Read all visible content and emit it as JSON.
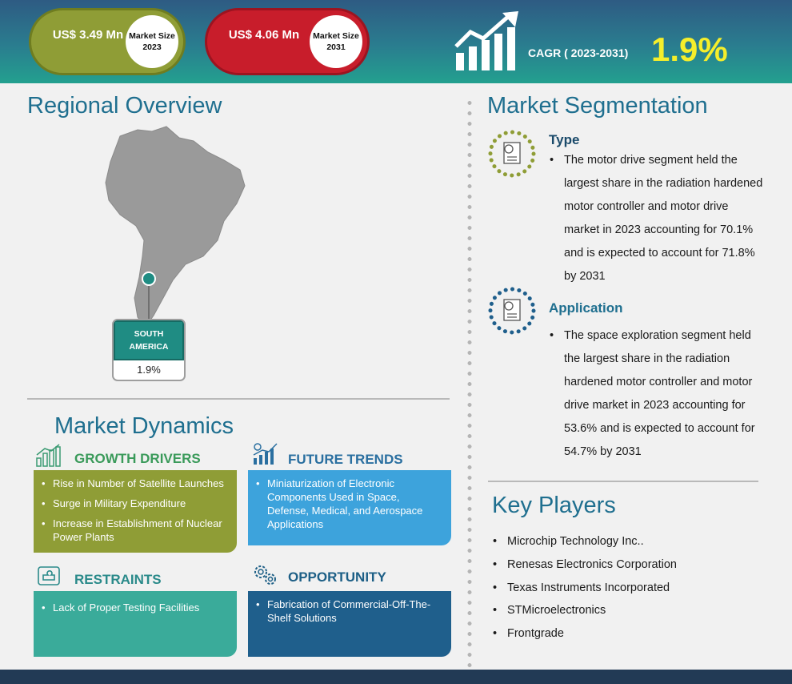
{
  "header": {
    "market_2023": {
      "value": "US$ 3.49 Mn",
      "label": "Market Size 2023"
    },
    "market_2031": {
      "value": "US$ 4.06 Mn",
      "label": "Market Size 2031"
    },
    "cagr_label": "CAGR ( 2023-2031)",
    "cagr_value": "1.9%",
    "colors": {
      "green": "#8f9d36",
      "red": "#c81d2b",
      "cagr": "#f5ee2b"
    }
  },
  "regional": {
    "title": "Regional Overview",
    "region_name": "SOUTH AMERICA",
    "region_value": "1.9%"
  },
  "dynamics": {
    "title": "Market Dynamics",
    "growth_drivers": {
      "title": "GROWTH DRIVERS",
      "items": [
        "Rise in Number of Satellite Launches",
        "Surge in Military Expenditure",
        "Increase in Establishment of Nuclear Power Plants"
      ]
    },
    "future_trends": {
      "title": "FUTURE TRENDS",
      "items": [
        "Miniaturization of Electronic Components Used in Space, Defense, Medical, and Aerospace Applications"
      ]
    },
    "restraints": {
      "title": "RESTRAINTS",
      "items": [
        "Lack of Proper Testing Facilities"
      ]
    },
    "opportunity": {
      "title": "OPPORTUNITY",
      "items": [
        "Fabrication of Commercial-Off-The-Shelf Solutions"
      ]
    }
  },
  "segmentation": {
    "title": "Market Segmentation",
    "type": {
      "title": "Type",
      "text": "The motor drive segment held the largest share in the radiation hardened motor controller and motor drive market in 2023 accounting for 70.1% and is expected to account for 71.8% by 2031"
    },
    "application": {
      "title": "Application",
      "text": "The space exploration segment held the largest share in the radiation hardened motor controller and motor drive market in 2023 accounting for 53.6% and is expected to account for 54.7% by 2031"
    }
  },
  "key_players": {
    "title": "Key Players",
    "items": [
      "Microchip Technology Inc..",
      "Renesas Electronics Corporation",
      "Texas Instruments Incorporated",
      "STMicroelectronics",
      "Frontgrade"
    ]
  }
}
